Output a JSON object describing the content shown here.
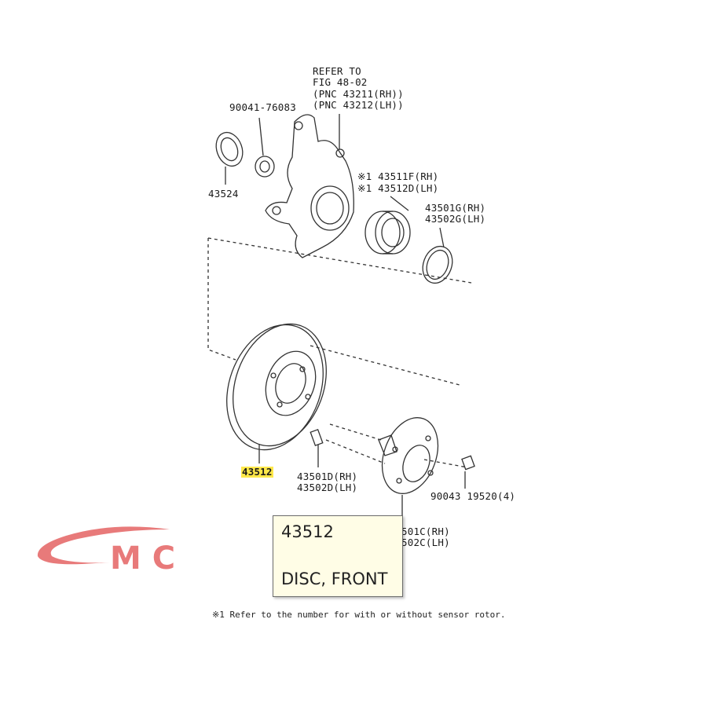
{
  "labels": {
    "refer_1": "REFER TO",
    "refer_2": "FIG 48-02",
    "refer_3": "(PNC 43211(RH))",
    "refer_4": "(PNC 43212(LH))",
    "p90041": "90041-76083",
    "p43524": "43524",
    "p43511": "※1 43511F(RH)",
    "p43512d": "※1 43512D(LH)",
    "p43501g": "43501G(RH)",
    "p43502g": "43502G(LH)",
    "p43512": "43512",
    "p43501d": "43501D(RH)",
    "p43502d": "43502D(LH)",
    "p90043": "90043 19520(4)",
    "p43501c": "501C(RH)",
    "p43502c": "502C(LH)"
  },
  "tooltip": {
    "part_number": "43512",
    "description": "DISC, FRONT"
  },
  "logo": {
    "text": "MC",
    "color": "#e87a7a"
  },
  "footnote": "※1 Refer to the number for with or without sensor rotor."
}
